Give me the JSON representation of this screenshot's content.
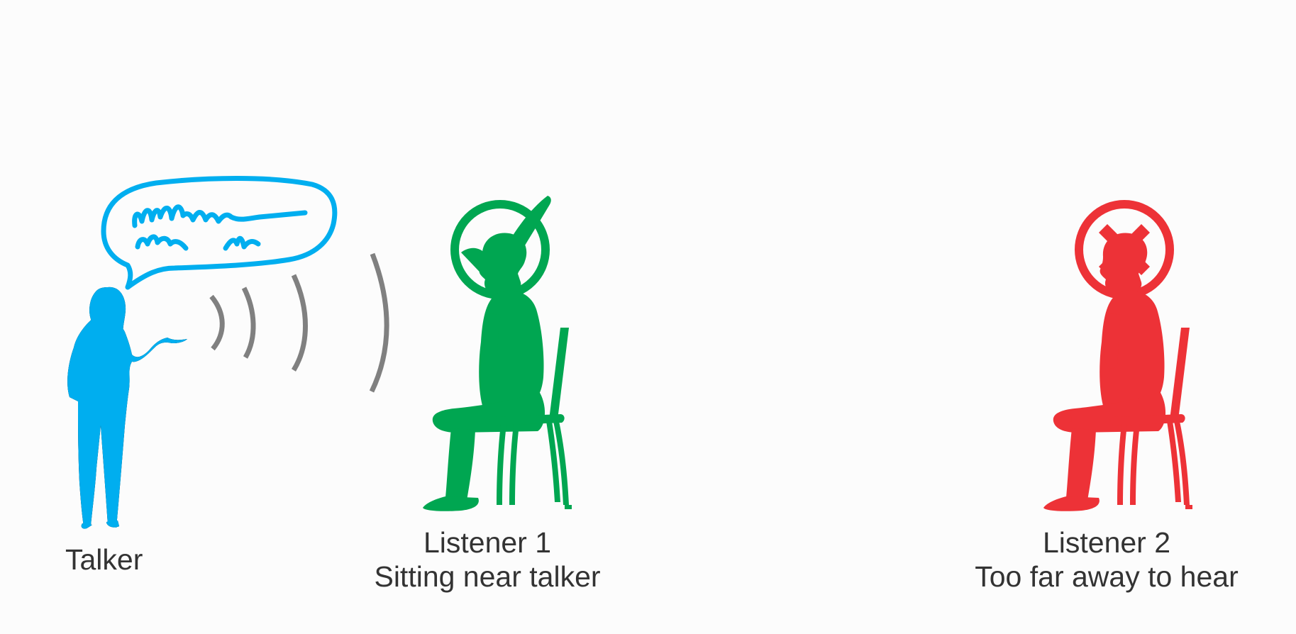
{
  "colors": {
    "background": "#fcfcfc",
    "talker": "#00aeef",
    "listener_near": "#00a651",
    "listener_far": "#ed3237",
    "sound_waves": "#808080",
    "caption_text": "#333333"
  },
  "talker": {
    "label": "Talker",
    "icon": "standing-person-icon",
    "speech_icon": "speech-bubble-icon"
  },
  "listeners": [
    {
      "label": "Listener 1",
      "description": "Sitting near talker",
      "status_icon": "check-icon",
      "figure_icon": "seated-person-icon"
    },
    {
      "label": "Listener 2",
      "description": "Too far away to hear",
      "status_icon": "cross-icon",
      "figure_icon": "seated-person-icon"
    }
  ]
}
